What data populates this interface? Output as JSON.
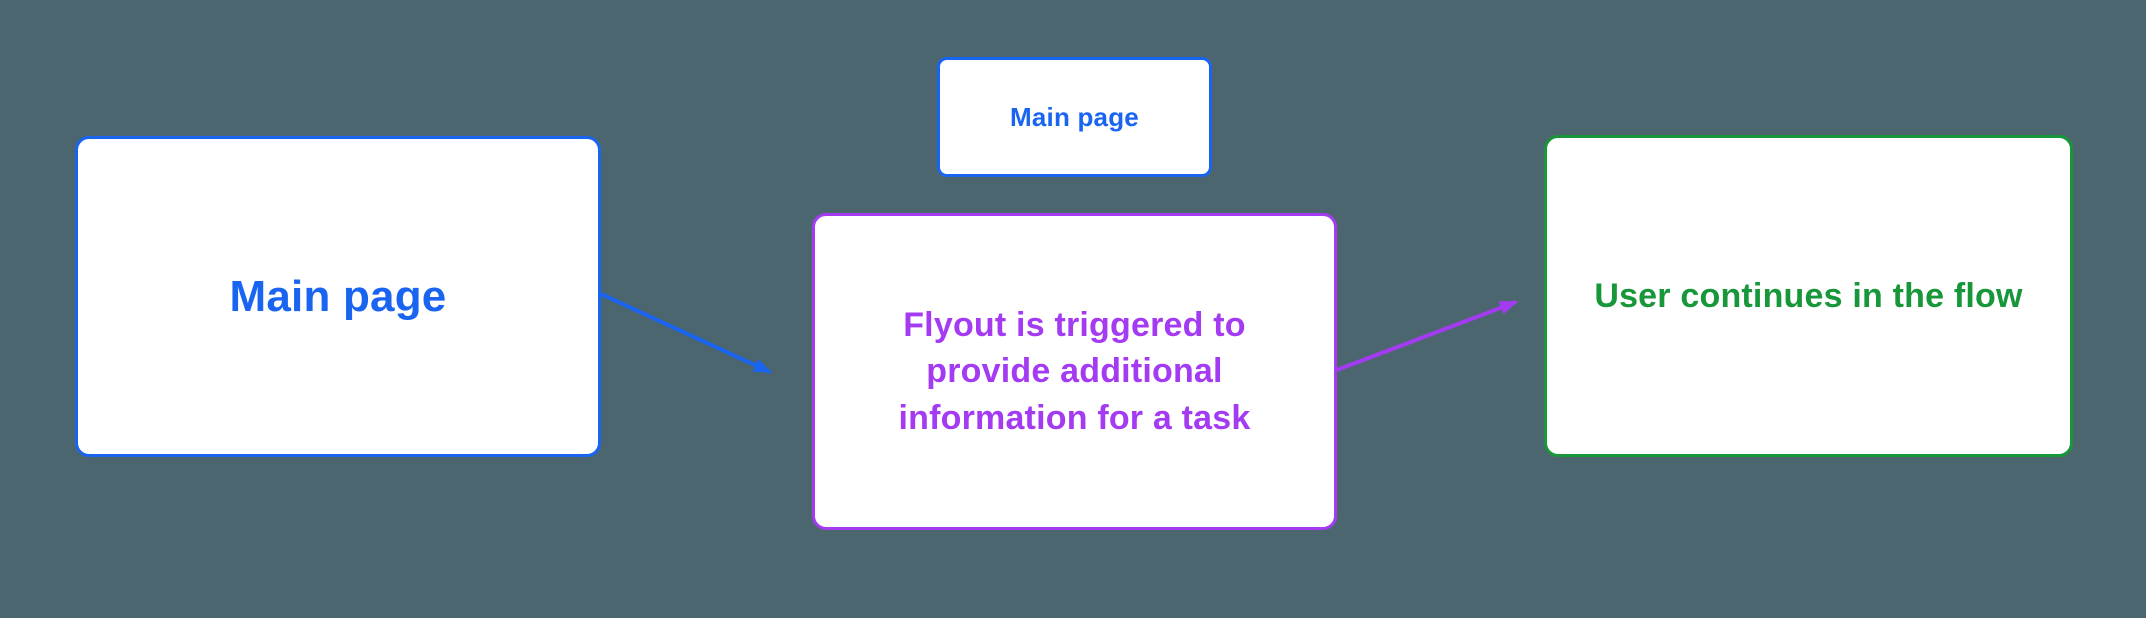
{
  "colors": {
    "background": "#4c6670",
    "node_fill": "#ffffff",
    "blue": "#1a64f2",
    "purple": "#a43bf2",
    "green": "#18973a"
  },
  "diagram": {
    "nodes": {
      "main_large": {
        "label": "Main page"
      },
      "main_small": {
        "label": "Main page"
      },
      "flyout": {
        "label": "Flyout is triggered to\nprovide additional\ninformation for a task"
      },
      "continue_flow": {
        "label": "User continues in the flow"
      }
    },
    "edges": [
      {
        "from": "main_large",
        "to": "flyout",
        "color": "blue"
      },
      {
        "from": "flyout",
        "to": "continue_flow",
        "color": "purple"
      }
    ]
  }
}
